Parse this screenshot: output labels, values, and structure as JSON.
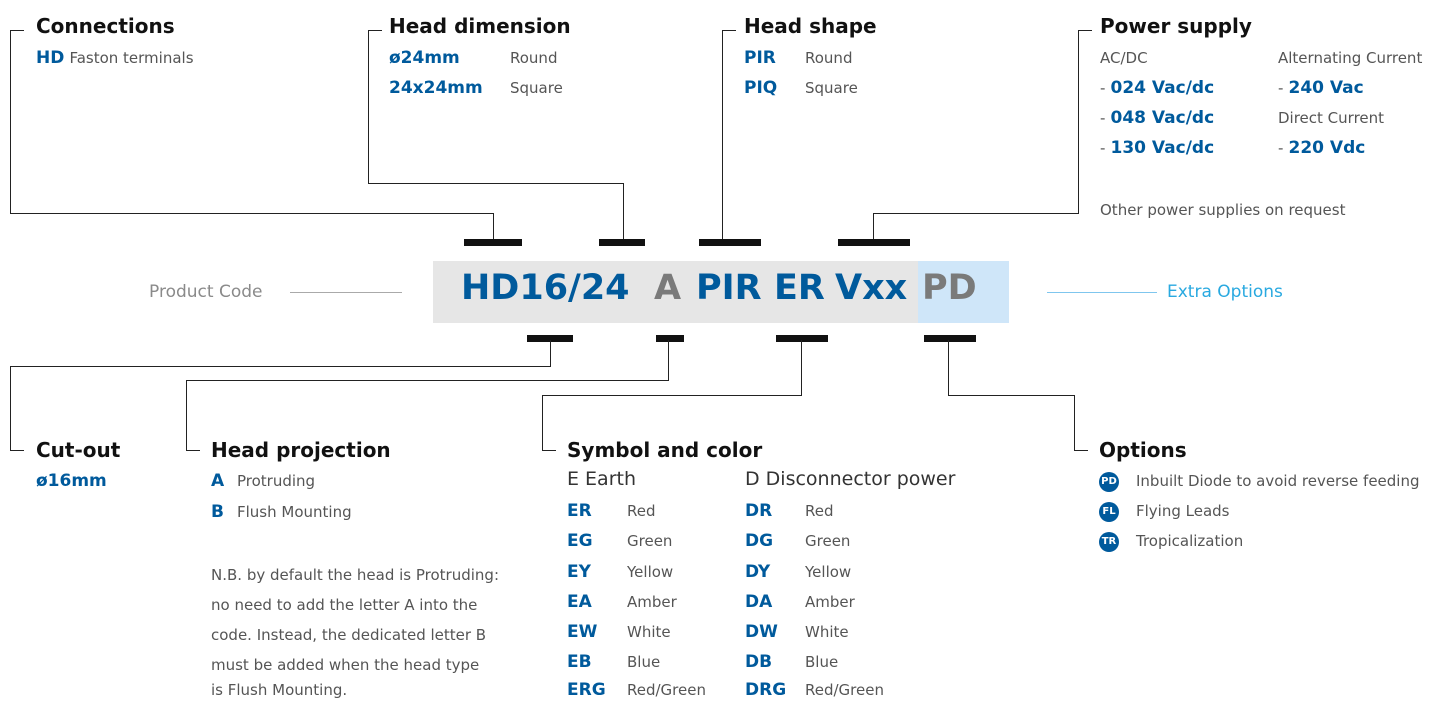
{
  "colors": {
    "code": "#005a9c",
    "grey_code": "#7a7a7a",
    "extra": "#29a9e0",
    "extra_box": "#cfe6f9",
    "code_box": "#e6e6e6"
  },
  "product_code": {
    "label": "Product Code",
    "seg1": "HD16/24",
    "seg2": "A",
    "seg3": "PIR",
    "seg4": "ER",
    "seg5": "Vxx",
    "seg6": "PD",
    "extra_label": "Extra Options"
  },
  "connections": {
    "title": "Connections",
    "code": "HD",
    "desc": "Faston terminals"
  },
  "head_dimension": {
    "title": "Head dimension",
    "items": [
      {
        "code": "ø24mm",
        "desc": "Round"
      },
      {
        "code": "24x24mm",
        "desc": "Square"
      }
    ]
  },
  "head_shape": {
    "title": "Head shape",
    "items": [
      {
        "code": "PIR",
        "desc": "Round"
      },
      {
        "code": "PIQ",
        "desc": "Square"
      }
    ]
  },
  "power_supply": {
    "title": "Power supply",
    "col1_header": "AC/DC",
    "col2_header": "Alternating Current",
    "col1_items": [
      "024 Vac/dc",
      "048 Vac/dc",
      "130 Vac/dc"
    ],
    "col2_item1": "240 Vac",
    "col2_header2": "Direct Current",
    "col2_item2": "220 Vdc",
    "dash": "-",
    "note": "Other power supplies on request"
  },
  "cut_out": {
    "title": "Cut-out",
    "code": "ø16mm"
  },
  "head_projection": {
    "title": "Head projection",
    "items": [
      {
        "code": "A",
        "desc": "Protruding"
      },
      {
        "code": "B",
        "desc": "Flush Mounting"
      }
    ],
    "note_lines": [
      "N.B. by default the head is Protruding:",
      "no need to add the letter A into the",
      "code. Instead, the dedicated letter B",
      "must be added when the head type",
      "is Flush Mounting."
    ]
  },
  "symbol_color": {
    "title": "Symbol and color",
    "e_header": "E Earth",
    "d_header": "D Disconnector power",
    "e_items": [
      {
        "code": "ER",
        "desc": "Red"
      },
      {
        "code": "EG",
        "desc": "Green"
      },
      {
        "code": "EY",
        "desc": "Yellow"
      },
      {
        "code": "EA",
        "desc": "Amber"
      },
      {
        "code": "EW",
        "desc": "White"
      },
      {
        "code": "EB",
        "desc": "Blue"
      },
      {
        "code": "ERG",
        "desc": "Red/Green"
      }
    ],
    "d_items": [
      {
        "code": "DR",
        "desc": "Red"
      },
      {
        "code": "DG",
        "desc": "Green"
      },
      {
        "code": "DY",
        "desc": "Yellow"
      },
      {
        "code": "DA",
        "desc": "Amber"
      },
      {
        "code": "DW",
        "desc": "White"
      },
      {
        "code": "DB",
        "desc": "Blue"
      },
      {
        "code": "DRG",
        "desc": "Red/Green"
      }
    ]
  },
  "options": {
    "title": "Options",
    "items": [
      {
        "badge": "PD",
        "desc": "Inbuilt Diode to avoid reverse feeding"
      },
      {
        "badge": "FL",
        "desc": "Flying Leads"
      },
      {
        "badge": "TR",
        "desc": "Tropicalization"
      }
    ]
  }
}
